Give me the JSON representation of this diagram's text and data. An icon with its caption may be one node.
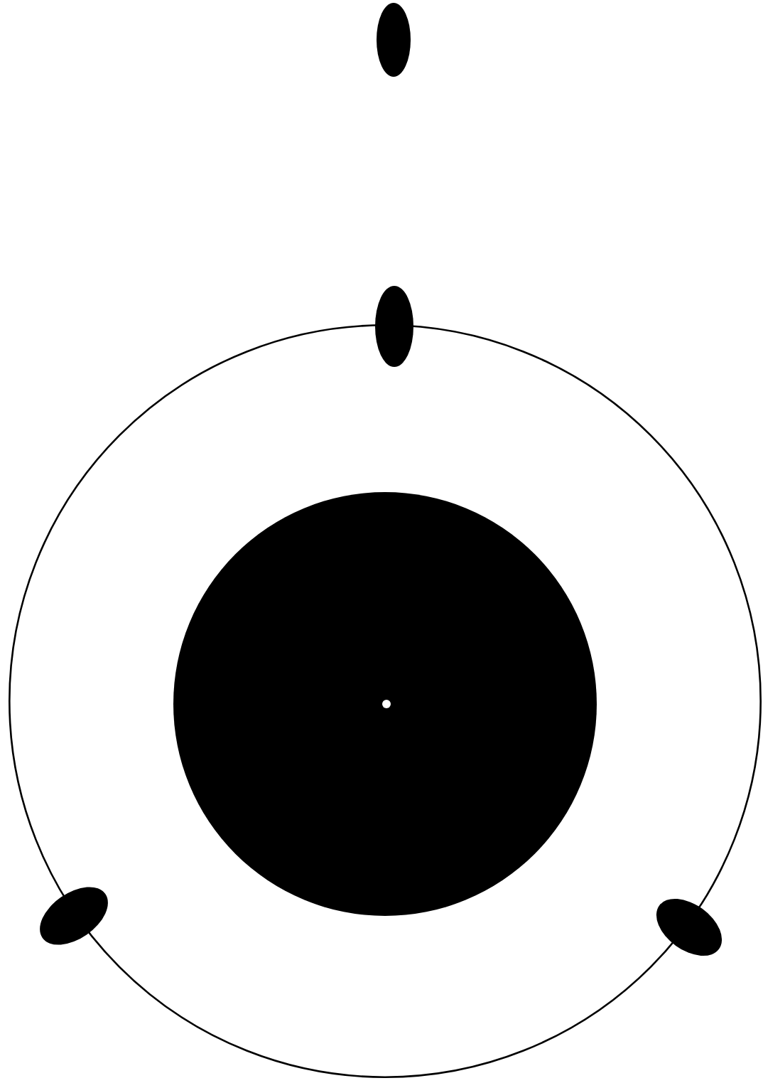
{
  "diagram": {
    "nodes": [
      {
        "text": [],
        "shape": "circle"
      },
      {
        "text": [],
        "shape": "circle",
        "in": 0
      },
      {
        "text": [],
        "shape": "ellipse"
      },
      {
        "text": [],
        "shape": "ellipse"
      },
      {
        "text": [],
        "shape": "ellipse"
      },
      {
        "text": [],
        "shape": "ellipse"
      }
    ],
    "edges": []
  }
}
